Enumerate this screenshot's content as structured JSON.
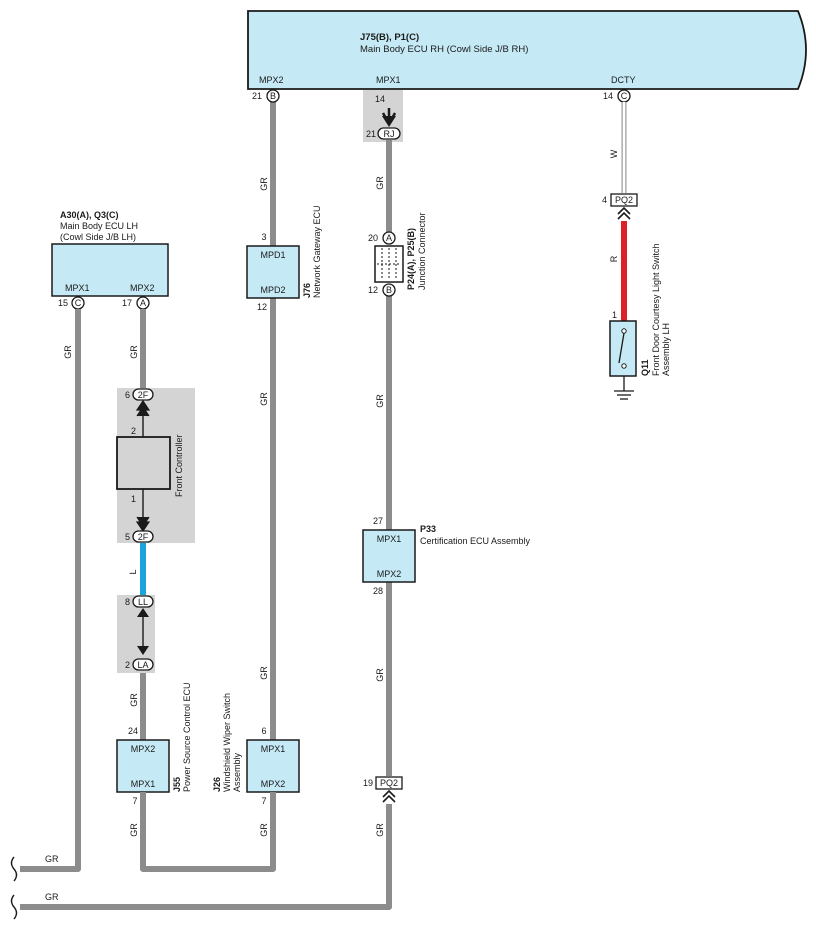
{
  "colors": {
    "ecu_fill": "#c5eaf6",
    "wire_gray": "#8c8c8c",
    "wire_red": "#dd1f26",
    "wire_blue": "#1ba3dc",
    "inline_box": "#d4d4d4"
  },
  "main_ecu": {
    "code": "J75(B), P1(C)",
    "name": "Main Body ECU RH (Cowl Side J/B RH)",
    "pins": [
      {
        "label": "MPX2",
        "pin": "21",
        "conn": "B"
      },
      {
        "label": "MPX1",
        "pin": "14",
        "conn": ""
      },
      {
        "label": "DCTY",
        "pin": "14",
        "conn": "C"
      }
    ]
  },
  "connector_rj": {
    "pin": "21",
    "label": "RJ"
  },
  "wire_labels": {
    "gr": "GR",
    "w": "W",
    "r": "R",
    "l": "L"
  },
  "body_ecu_lh": {
    "code": "A30(A), Q3(C)",
    "name_line1": "Main Body ECU LH",
    "name_line2": "(Cowl Side J/B LH)",
    "mpx1": "MPX1",
    "mpx2": "MPX2",
    "pin_c": "15",
    "conn_c": "C",
    "pin_a": "17",
    "conn_a": "A"
  },
  "gateway_ecu": {
    "code": "J76",
    "name": "Network Gateway ECU",
    "top_label": "MPD1",
    "bottom_label": "MPD2",
    "top_pin": "3",
    "bottom_pin": "12"
  },
  "junction_connector": {
    "code": "P24(A), P25(B)",
    "name": "Junction Connector",
    "top_pin": "20",
    "top_conn": "A",
    "bottom_pin": "12",
    "bottom_conn": "B"
  },
  "pq2_top": {
    "pin": "4",
    "label": "PQ2"
  },
  "courtesy_switch": {
    "code": "Q11",
    "name_line1": "Front Door Courtesy Light Switch",
    "name_line2": "Assembly LH",
    "pin": "1"
  },
  "front_controller": {
    "name": "Front Controller",
    "top_conn_pin": "6",
    "top_conn": "2F",
    "top_pin": "2",
    "bottom_pin": "1",
    "bottom_conn_pin": "5",
    "bottom_conn": "2F"
  },
  "ll_connector": {
    "pin": "8",
    "label": "LL"
  },
  "la_connector": {
    "pin": "2",
    "label": "LA"
  },
  "certification_ecu": {
    "code": "P33",
    "name": "Certification ECU Assembly",
    "top_label": "MPX1",
    "bottom_label": "MPX2",
    "top_pin": "27",
    "bottom_pin": "28"
  },
  "power_source_ecu": {
    "code": "J55",
    "name": "Power Source Control ECU",
    "top_label": "MPX2",
    "bottom_label": "MPX1",
    "top_pin": "24",
    "bottom_pin": "7"
  },
  "wiper_switch": {
    "code": "J26",
    "name_line1": "Windshield Wiper Switch",
    "name_line2": "Assembly",
    "top_label": "MPX1",
    "bottom_label": "MPX2",
    "top_pin": "6",
    "bottom_pin": "7"
  },
  "pq2_bottom": {
    "pin": "19",
    "label": "PQ2"
  }
}
